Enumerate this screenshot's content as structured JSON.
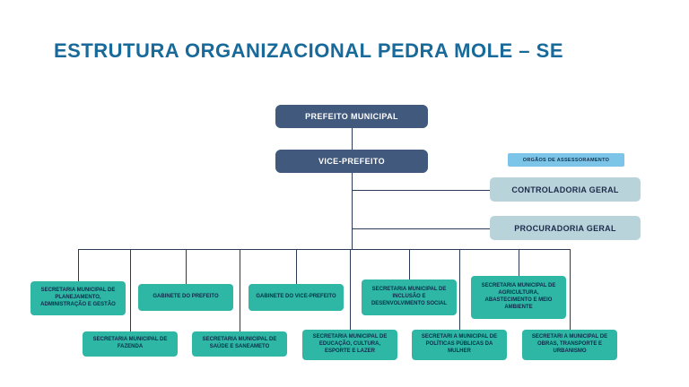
{
  "title": "ESTRUTURA ORGANIZACIONAL PEDRA MOLE – SE",
  "colors": {
    "title": "#176a99",
    "executive_box": "#40597d",
    "advisory_box": "#b9d3db",
    "advisory_tag": "#7cc5e8",
    "department_box": "#2fb7a5",
    "connector": "#2b3a55",
    "background": "#ffffff"
  },
  "org": {
    "root": "PREFEITO MUNICIPAL",
    "deputy": "VICE-PREFEITO",
    "advisory_label": "ORGÃOS DE ASSESSORAMENTO",
    "advisory": [
      "CONTROLADORIA GERAL",
      "PROCURADORIA GERAL"
    ],
    "row1": [
      "SECRETARIA MUNICIPAL DE PLANEJAMENTO, ADMINISTRAÇÃO E GESTÃO",
      "GABINETE DO PREFEITO",
      "GABINETE DO VICE-PREFEITO",
      "SECRETARIA MUNICIPAL DE INCLUSÃO E DESENVOLVIMENTO SOCIAL",
      "SECRETARIA MUNICIPAL DE AGRICULTURA, ABASTECIMENTO E MEIO AMBIENTE"
    ],
    "row2": [
      "SECRETARIA MUNICIPAL DE FAZENDA",
      "SECRETARIA MUNICIPAL DE SAÚDE E SANEAMETO",
      "SECRETARIA MUNICIPAL DE EDUCAÇÃO, CULTURA, ESPORTE E LAZER",
      "SECRETARI A MUNICIPAL DE POLÍTICAS PÚBLICAS DA MULHER",
      "SECRETARI A MUNICIPAL DE OBRAS, TRANSPORTE E URBANISMO"
    ]
  }
}
